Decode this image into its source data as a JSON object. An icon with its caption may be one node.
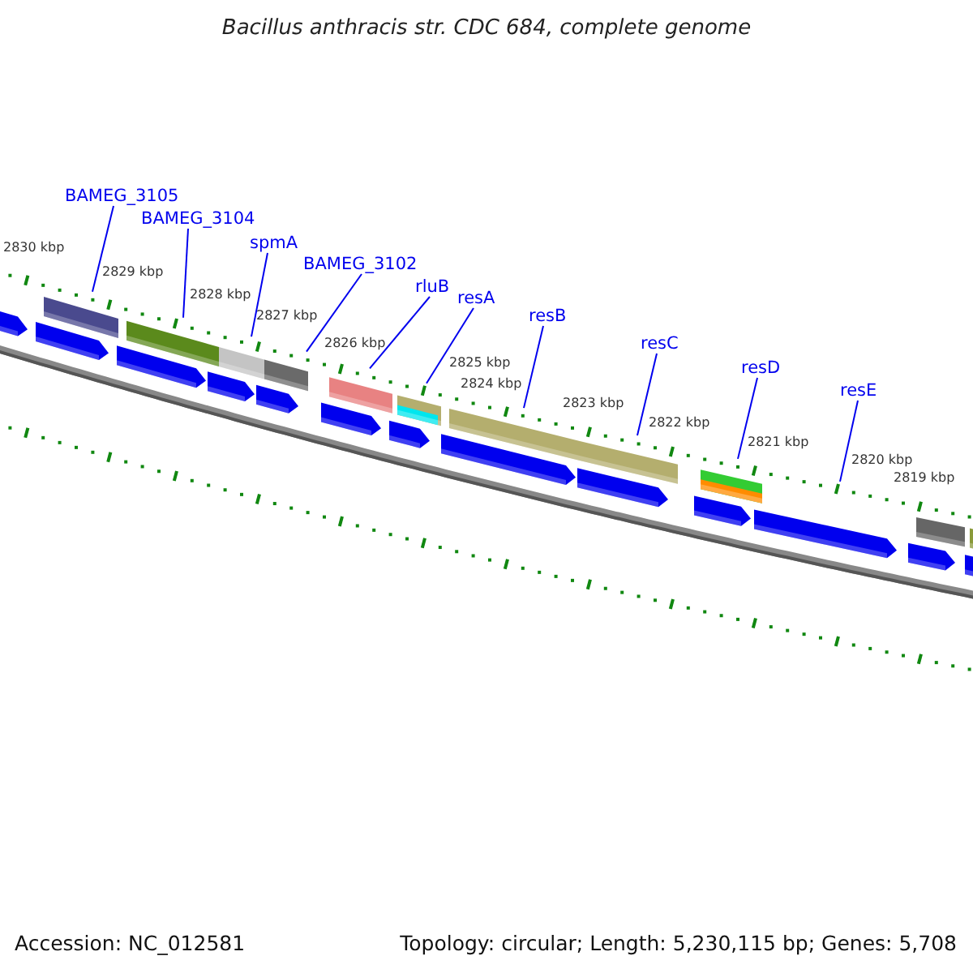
{
  "diagram": {
    "title": "Bacillus anthracis str. CDC 684, complete genome",
    "nodes": [
      {
        "text": [
          "BAMEG_3105"
        ]
      },
      {
        "text": [
          "BAMEG_3104"
        ]
      },
      {
        "text": [
          "spmA"
        ]
      },
      {
        "text": [
          "BAMEG_3102"
        ]
      },
      {
        "text": [
          "rluB"
        ]
      },
      {
        "text": [
          "resA"
        ]
      },
      {
        "text": [
          "resB"
        ]
      },
      {
        "text": [
          "resC"
        ]
      },
      {
        "text": [
          "resD"
        ]
      },
      {
        "text": [
          "resE"
        ]
      }
    ],
    "edges": [
      {
        "from": 0,
        "to": null,
        "arrow": "none"
      },
      {
        "from": 1,
        "to": null,
        "arrow": "none"
      },
      {
        "from": 2,
        "to": null,
        "arrow": "none"
      },
      {
        "from": 3,
        "to": null,
        "arrow": "none"
      },
      {
        "from": 4,
        "to": null,
        "arrow": "none"
      },
      {
        "from": 5,
        "to": null,
        "arrow": "none"
      },
      {
        "from": 6,
        "to": null,
        "arrow": "none"
      },
      {
        "from": 7,
        "to": null,
        "arrow": "none"
      },
      {
        "from": 8,
        "to": null,
        "arrow": "none"
      },
      {
        "from": 9,
        "to": null,
        "arrow": "none"
      }
    ],
    "labels": [
      "2830 kbp",
      "2829 kbp",
      "2828 kbp",
      "2827 kbp",
      "2826 kbp",
      "2825 kbp",
      "2824 kbp",
      "2823 kbp",
      "2822 kbp",
      "2821 kbp",
      "2820 kbp",
      "2819 kbp",
      "Accession: NC_012581",
      "Topology: circular; Length: 5,230,115 bp; Genes: 5,708"
    ]
  }
}
